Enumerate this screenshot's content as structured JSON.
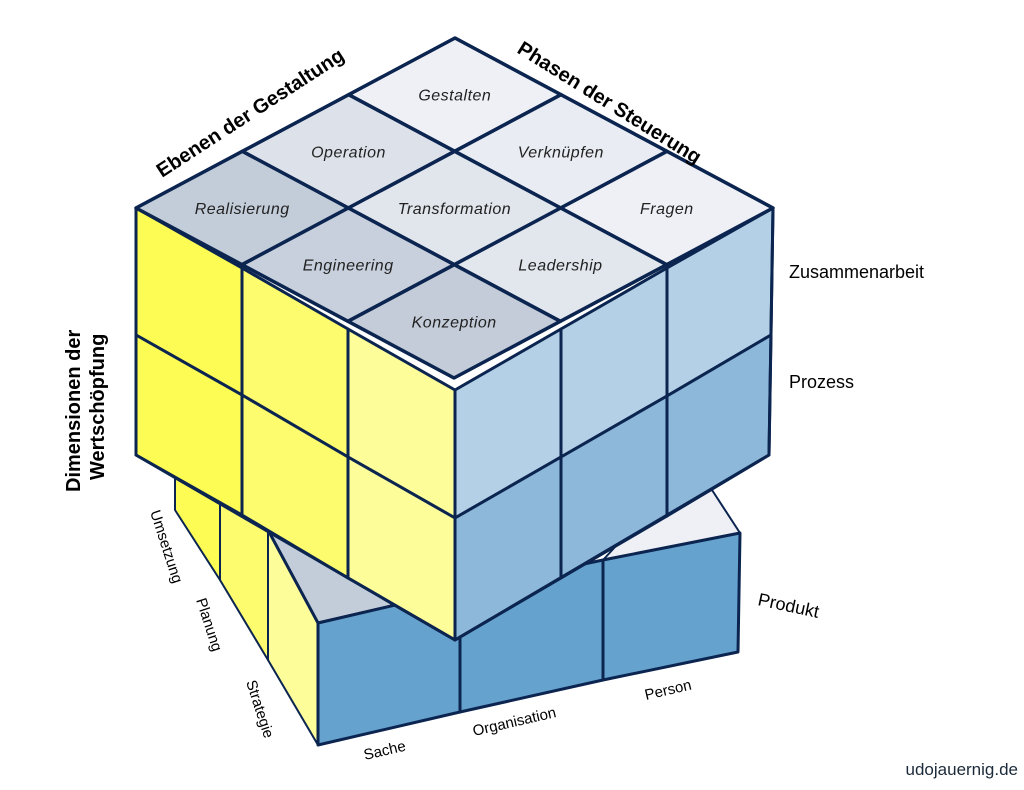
{
  "diagram": {
    "title_left_axis": "Ebenen der Gestaltung",
    "title_right_axis": "Phasen der Steuerung",
    "title_vertical_axis": [
      "Dimensionen der",
      "Wertschöpfung"
    ],
    "top_face_cells": [
      {
        "label": "Gestalten",
        "row": 0,
        "col": 0,
        "color": "#eef0f5"
      },
      {
        "label": "Operation",
        "row": 1,
        "col": 0,
        "color": "#dde2ea"
      },
      {
        "label": "Verknüpfen",
        "row": 0,
        "col": 1,
        "color": "#e9ecf2"
      },
      {
        "label": "Realisierung",
        "row": 2,
        "col": 0,
        "color": "#c3cdd9"
      },
      {
        "label": "Transformation",
        "row": 1,
        "col": 1,
        "color": "#e1e5ec"
      },
      {
        "label": "Fragen",
        "row": 0,
        "col": 2,
        "color": "#eef0f5"
      },
      {
        "label": "Engineering",
        "row": 2,
        "col": 1,
        "color": "#c7d0dc"
      },
      {
        "label": "Leadership",
        "row": 1,
        "col": 2,
        "color": "#e2e6ed"
      },
      {
        "label": "Konzeption",
        "row": 2,
        "col": 2,
        "color": "#c3ccd8"
      }
    ],
    "right_side_labels": [
      "Zusammenarbeit",
      "Prozess",
      "Produkt"
    ],
    "left_side_labels": [
      "Umsetzung",
      "Planung",
      "Strategie"
    ],
    "bottom_labels": [
      "Sache",
      "Organisation",
      "Person"
    ],
    "colors": {
      "edge": "#0b2550",
      "yellow_bright": "#fdfc55",
      "yellow_mid": "#fdfc6e",
      "yellow_light": "#fdfd9a",
      "blue_light": "#b3d0e6",
      "blue_mid": "#8db8d9",
      "blue_dark": "#65a2cd",
      "grey_gap": "#c3cdd9",
      "white_gap": "#eef0f5"
    }
  },
  "watermark": "udojauernig.de"
}
